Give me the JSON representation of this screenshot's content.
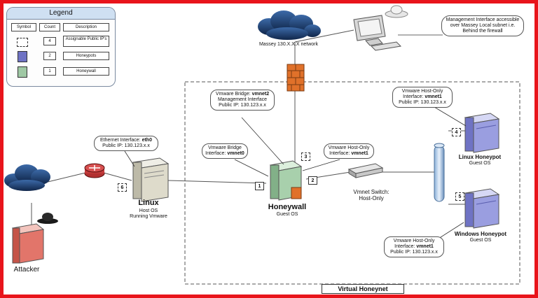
{
  "legend": {
    "title": "Legend",
    "headers": [
      "Symbol",
      "Count",
      "Description"
    ],
    "rows": [
      {
        "icon": "dashed-box-icon",
        "count": "4",
        "description": "Assignable Public IP's"
      },
      {
        "icon": "honeypot-icon",
        "count": "2",
        "description": "Honeypots"
      },
      {
        "icon": "honeywall-icon",
        "count": "1",
        "description": "Honeywall"
      }
    ]
  },
  "network_label": "Massey 130.X.X.X network",
  "mgmt_callout": "Management Interface accessible over Massey Local subnet i.e. Behind the firewall",
  "bridge2_callout": {
    "line1": "Vmware Bridge: ",
    "bold1": "vmnet2",
    "line2": "Management Interface",
    "line3": "Public IP: 130.123.x.x"
  },
  "bridge0_callout": {
    "line1": "Vmware Bridge",
    "line2": "Interface: ",
    "bold2": "vmnet0"
  },
  "hostonly_callout": {
    "line1": "Vmware Host-Only",
    "line2": "Interface: ",
    "bold2": "vmnet1"
  },
  "eth0_callout": {
    "line1": "Ethernet Interface: ",
    "bold1": "eth0",
    "line2": "Public IP: 130.123.x.x"
  },
  "linux_hp_callout": {
    "line1": "Vmware Host-Only",
    "line2": "Interface: ",
    "bold2": "vmnet1",
    "line3": "Public IP: 130.123.x.x"
  },
  "windows_hp_callout": {
    "line1": "Vmware Host-Only",
    "line2": "Interface: ",
    "bold2": "vmnet1",
    "line3": "Public IP: 130.123.x.x"
  },
  "badges": {
    "b1": "1",
    "b2": "2",
    "b3": "3",
    "b4": "4",
    "b5": "5",
    "b6": "6"
  },
  "linux_host": {
    "title": "Linux",
    "sub1": "Host OS",
    "sub2": "Running Vmware"
  },
  "honeywall": {
    "title": "Honeywall",
    "sub": "Guest OS"
  },
  "vmnet_switch": {
    "line1": "Vmnet Switch:",
    "line2": "Host-Only"
  },
  "linux_honeypot": {
    "title": "Linux Honeypot",
    "sub": "Guest OS"
  },
  "windows_honeypot": {
    "title": "Windows Honeypot",
    "sub": "Guest OS"
  },
  "attacker_label": "Attacker",
  "virtual_honeynet_label": "Virtual Honeynet",
  "colors": {
    "frame": "#e8141b",
    "cloud": "#1f3e6e",
    "firewall": "#e0712a",
    "server": "#d9d6c6",
    "honeywall": "#9fc8a4",
    "honeypot": "#8a8ed6",
    "attacker": "#e2756a"
  }
}
